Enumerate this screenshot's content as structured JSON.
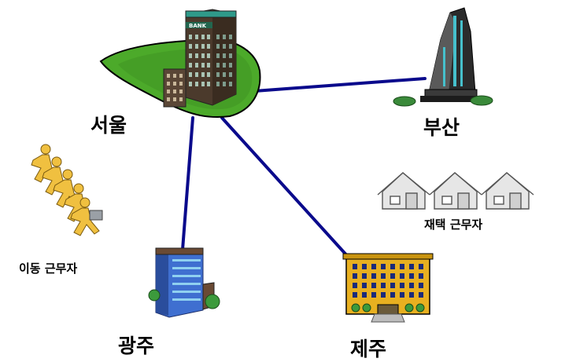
{
  "nodes": {
    "seoul": "서울",
    "busan": "부산",
    "gwangju": "광주",
    "jeju": "제주",
    "mobile_workers": "이동 근무자",
    "home_workers": "재택 근무자"
  },
  "bank_sign": "BANK",
  "colors": {
    "link": "#0a0a8c",
    "lawn": "#4caa2a",
    "building_blue": "#3f6fd0",
    "worker": "#f0c040",
    "jeju_building": "#e8b020"
  }
}
